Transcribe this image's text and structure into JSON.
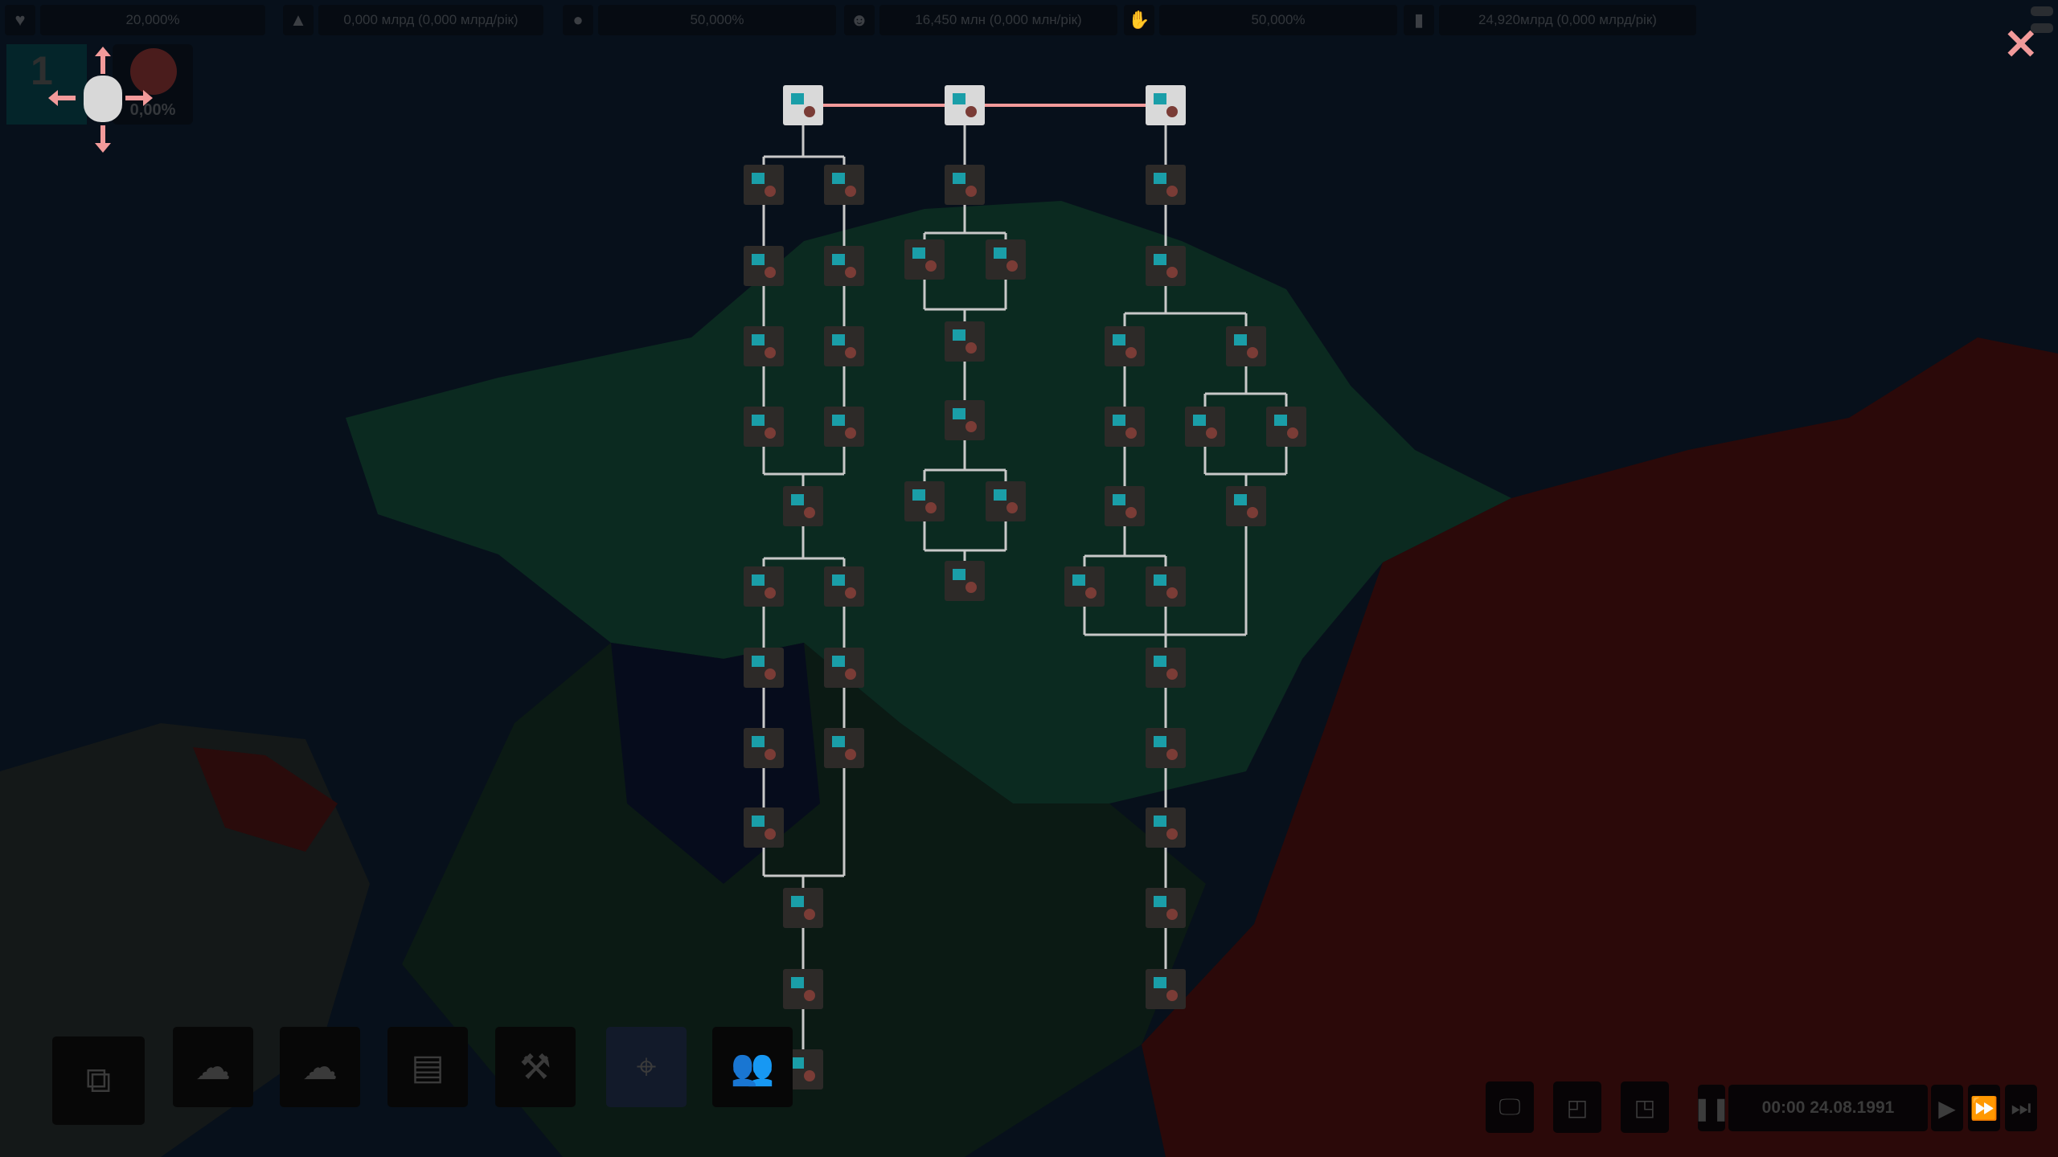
{
  "top_bar": {
    "stats": [
      {
        "icon": "heart-shield-icon",
        "value": "20,000%"
      },
      {
        "icon": "gold-pile-icon",
        "value": "0,000 млрд (0,000 млрд/рік)"
      },
      {
        "icon": "person-chart-icon",
        "value": "50,000%"
      },
      {
        "icon": "population-icon",
        "value": "16,450 млн (0,000 млн/рік)"
      },
      {
        "icon": "hand-vote-icon",
        "value": "50,000%"
      },
      {
        "icon": "factory-icon",
        "value": "24,920млрд (0,000 млрд/рік)"
      }
    ]
  },
  "country": {
    "rank": "1",
    "unrest": "0,00%"
  },
  "colors": {
    "accent": "#f29a9a",
    "line": "#c8c8c8",
    "kazakhstan": "#0b2a20",
    "enemy": "#2b0909"
  },
  "tree": {
    "node_count": 46,
    "unlocked_nodes": 3
  },
  "toolbar": {
    "tools": [
      "tech-tree-icon",
      "country-map-icon",
      "regions-map-icon",
      "documents-icon",
      "hammer-icon",
      "target-icon",
      "people-icon"
    ],
    "selected": "target-icon"
  },
  "time": {
    "clock": "00:00 24.08.1991"
  }
}
